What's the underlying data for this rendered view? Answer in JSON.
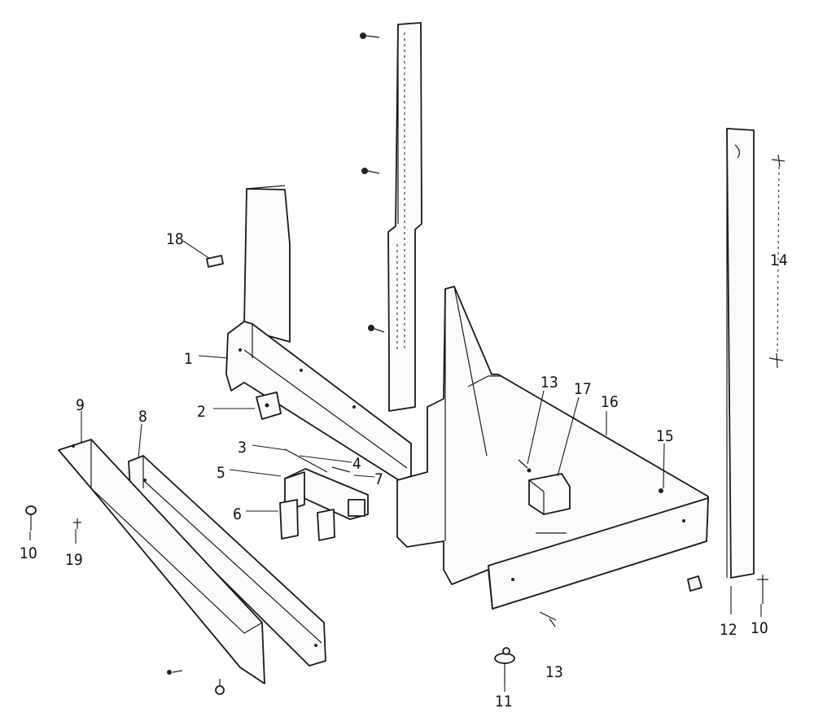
{
  "diagram": {
    "parts": [
      {
        "id": "p1",
        "label": "1"
      },
      {
        "id": "p2",
        "label": "2"
      },
      {
        "id": "p3",
        "label": "3"
      },
      {
        "id": "p4",
        "label": "4"
      },
      {
        "id": "p5",
        "label": "5"
      },
      {
        "id": "p6",
        "label": "6"
      },
      {
        "id": "p7",
        "label": "7"
      },
      {
        "id": "p8",
        "label": "8"
      },
      {
        "id": "p9",
        "label": "9"
      },
      {
        "id": "p10a",
        "label": "10"
      },
      {
        "id": "p19",
        "label": "19"
      },
      {
        "id": "p18",
        "label": "18"
      },
      {
        "id": "p13a",
        "label": "13"
      },
      {
        "id": "p17",
        "label": "17"
      },
      {
        "id": "p16",
        "label": "16"
      },
      {
        "id": "p15",
        "label": "15"
      },
      {
        "id": "p14",
        "label": "14"
      },
      {
        "id": "p12",
        "label": "12"
      },
      {
        "id": "p10b",
        "label": "10"
      },
      {
        "id": "p13b",
        "label": "13"
      },
      {
        "id": "p11",
        "label": "11"
      }
    ]
  }
}
